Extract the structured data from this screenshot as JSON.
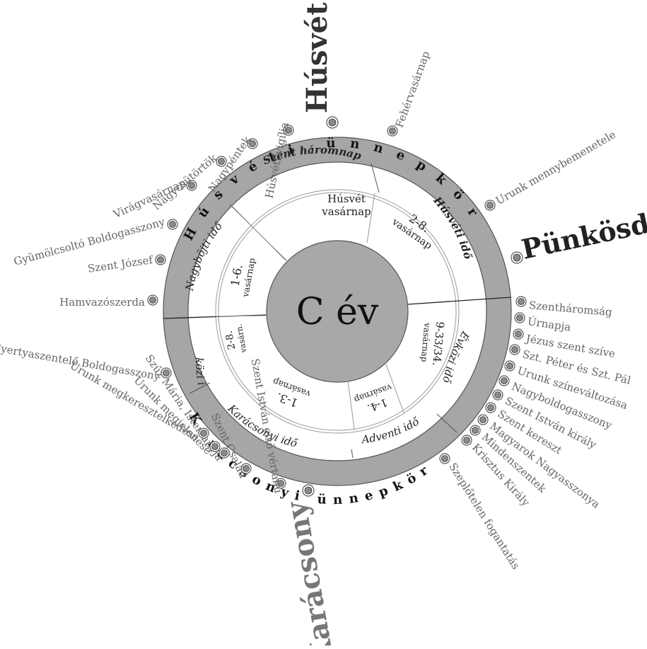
{
  "center": {
    "title": "C év"
  },
  "outer_ring": {
    "easter_cycle": "Húsvéti ünnepkör",
    "christmas_cycle": "Karácsonyi ünnepkör"
  },
  "middle_ring": {
    "triduum": "Szent háromnap",
    "easter_time": "Húsvéti idő",
    "ordinary_right": "Évközi idő",
    "advent": "Adventi idő",
    "christmas_time": "Karácsonyi idő",
    "ordinary_left": "Évközi idő",
    "lent": "Nagyböjti idő"
  },
  "inner_ring": {
    "easter_sunday": [
      "Húsvét",
      "vasárnap"
    ],
    "easter_2_8": [
      "2-8.",
      "vasárnap"
    ],
    "ordinary_9_34": [
      "9-33/34.",
      "vasárnap"
    ],
    "advent_1_4": [
      "1-4.",
      "vasárnap"
    ],
    "christmas_1_3": [
      "1-3.",
      "vasárnap"
    ],
    "ordinary_2_8": [
      "2-8.",
      "vasárn."
    ],
    "lent_1_6": [
      "1-6.",
      "vasárnap"
    ]
  },
  "major_feasts": {
    "easter": "Húsvét",
    "pentecost": "Pünkösd",
    "christmas": "Karácsony"
  },
  "feasts": [
    {
      "id": "feherv",
      "label": "Fehérvasárnap"
    },
    {
      "id": "menny",
      "label": "Urunk mennybemenetele"
    },
    {
      "id": "szenth",
      "label": "Szentháromság"
    },
    {
      "id": "urnap",
      "label": "Úrnapja"
    },
    {
      "id": "jezus",
      "label": "Jézus szent szíve"
    },
    {
      "id": "peter",
      "label": "Szt. Péter és Szt. Pál"
    },
    {
      "id": "szinev",
      "label": "Urunk színeváltozása"
    },
    {
      "id": "nagyb",
      "label": "Nagyboldogasszony"
    },
    {
      "id": "istvan",
      "label": "Szent István király"
    },
    {
      "id": "kereszt",
      "label": "Szent kereszt"
    },
    {
      "id": "magyarok",
      "label": "Magyarok Nagyasszonya"
    },
    {
      "id": "minden",
      "label": "Mindenszentek"
    },
    {
      "id": "krisztus",
      "label": "Krisztus Király"
    },
    {
      "id": "szeplo",
      "label": "Szeplőtelen fogantatás"
    },
    {
      "id": "istvanv",
      "label": "Szent István első vértanú"
    },
    {
      "id": "csalad",
      "label": "Szent Család"
    },
    {
      "id": "maria",
      "label": "Szűz Mária, Isten anyja"
    },
    {
      "id": "megjel",
      "label": "Urunk megjelenése"
    },
    {
      "id": "megker",
      "label": "Urunk megkeresztelkedése"
    },
    {
      "id": "gyertya",
      "label": "Gyertyaszentelő Boldogasszony"
    },
    {
      "id": "hamvaz",
      "label": "Hamvazószerda"
    },
    {
      "id": "jozsef",
      "label": "Szent József"
    },
    {
      "id": "gyumolcs",
      "label": "Gyümölcsoltó Boldogasszony"
    },
    {
      "id": "virag",
      "label": "Virágvasárnap"
    },
    {
      "id": "csut",
      "label": "Nagycsütörtök"
    },
    {
      "id": "pentek",
      "label": "Nagypéntek"
    },
    {
      "id": "vigilia",
      "label": "Húsvéti vigília"
    }
  ]
}
